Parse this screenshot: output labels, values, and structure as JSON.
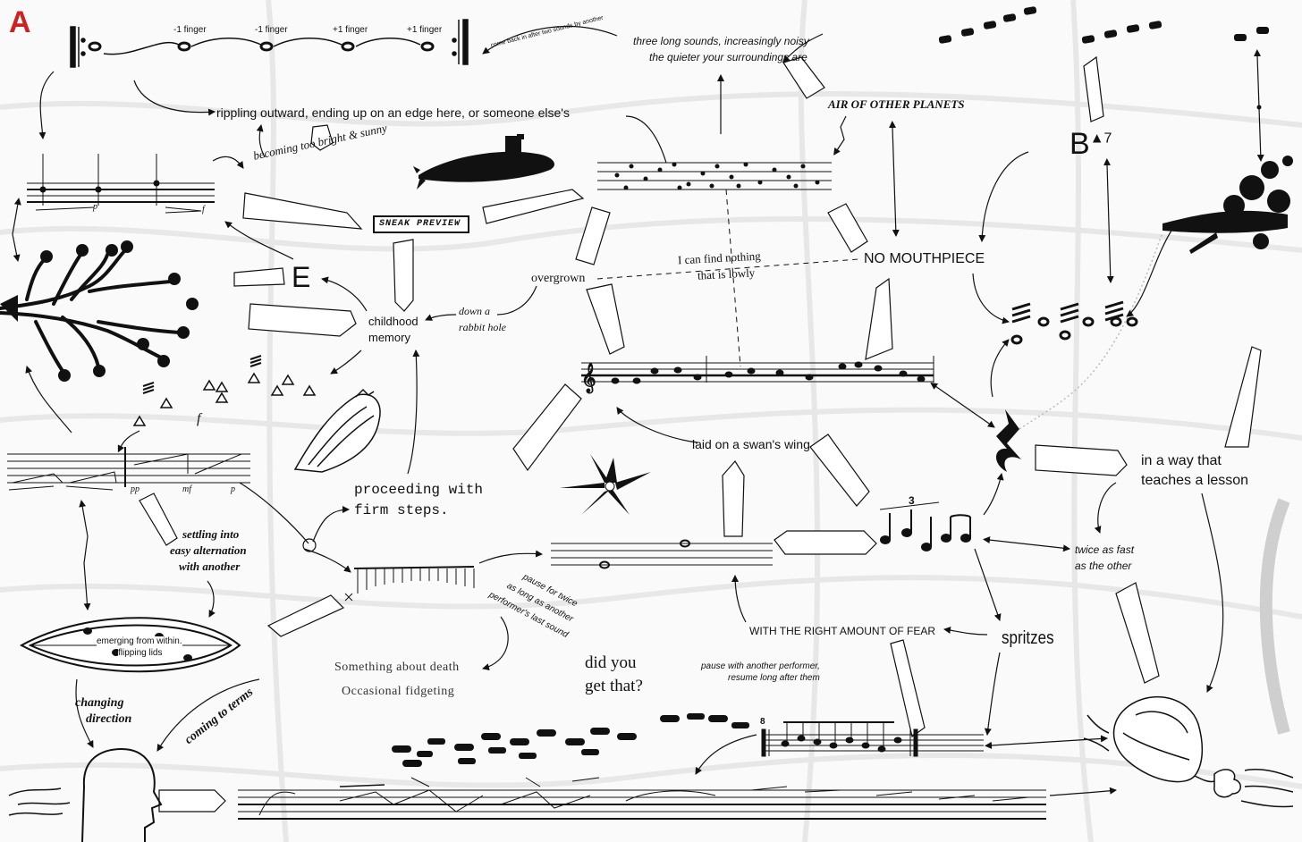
{
  "section_a": "A",
  "finger_marks": [
    "-1 finger",
    "-1 finger",
    "+1 finger",
    "+1 finger"
  ],
  "curved_note": "come back in after two sounds by another",
  "labels": {
    "three_long_sounds": "three long sounds, increasingly noisy",
    "quieter_surroundings": "the quieter your surroundings are",
    "rippling": "rippling outward, ending up on an edge here, or someone else's",
    "too_bright": "becoming too bright & sunny",
    "air_planets": "AIR OF OTHER PLANETS",
    "b7": "B",
    "b7_sup": "▲7",
    "sneak_preview": "SNEAK PREVIEW",
    "e": "E",
    "overgrown": "overgrown",
    "find_nothing_1": "I can find nothing",
    "find_nothing_2": "that is lowly",
    "no_mouthpiece": "NO MOUTHPIECE",
    "childhood_1": "childhood",
    "childhood_2": "memory",
    "rabbit_1": "down a",
    "rabbit_2": "rabbit hole",
    "f_dyn": "f",
    "laid_swan": "laid on a swan's wing",
    "lesson_1": "in a way that",
    "lesson_2": "teaches a lesson",
    "proceeding_1": "proceeding with",
    "proceeding_2": "firm steps.",
    "settling_1": "settling into",
    "settling_2": "easy alternation",
    "settling_3": "with another",
    "tuplet": "3",
    "twice_1": "twice as fast",
    "twice_2": "as the other",
    "pause_twice_1": "pause for twice",
    "pause_twice_2": "as long as another",
    "pause_twice_3": "performer's last sound",
    "emerging_1": "emerging from within.",
    "emerging_2": "flipping lids",
    "right_fear": "WITH THE RIGHT AMOUNT OF FEAR",
    "spritzes": "spritzes",
    "death": "Something about death",
    "fidgeting": "Occasional fidgeting",
    "did_you_1": "did you",
    "did_you_2": "get that?",
    "pause_with_1": "pause with another performer,",
    "pause_with_2": "resume long after them",
    "changing_1": "changing",
    "changing_2": "direction",
    "coming_terms": "coming to terms",
    "dyn_p": "p",
    "dyn_f": "f",
    "dyn_pp": "pp",
    "dyn_mf": "mf",
    "dyn_p2": "p",
    "eighth_mark": "8"
  },
  "colors": {
    "accent": "#cc2222",
    "ink": "#111111",
    "bg": "#fafafa"
  },
  "icons": [
    "tree-icon",
    "submarine-icon",
    "conch-shell-icon",
    "compass-rose-icon",
    "weed-icon",
    "head-icon",
    "balloon-icon",
    "boat-icon",
    "footprints-icon",
    "quarter-rest-icon"
  ]
}
